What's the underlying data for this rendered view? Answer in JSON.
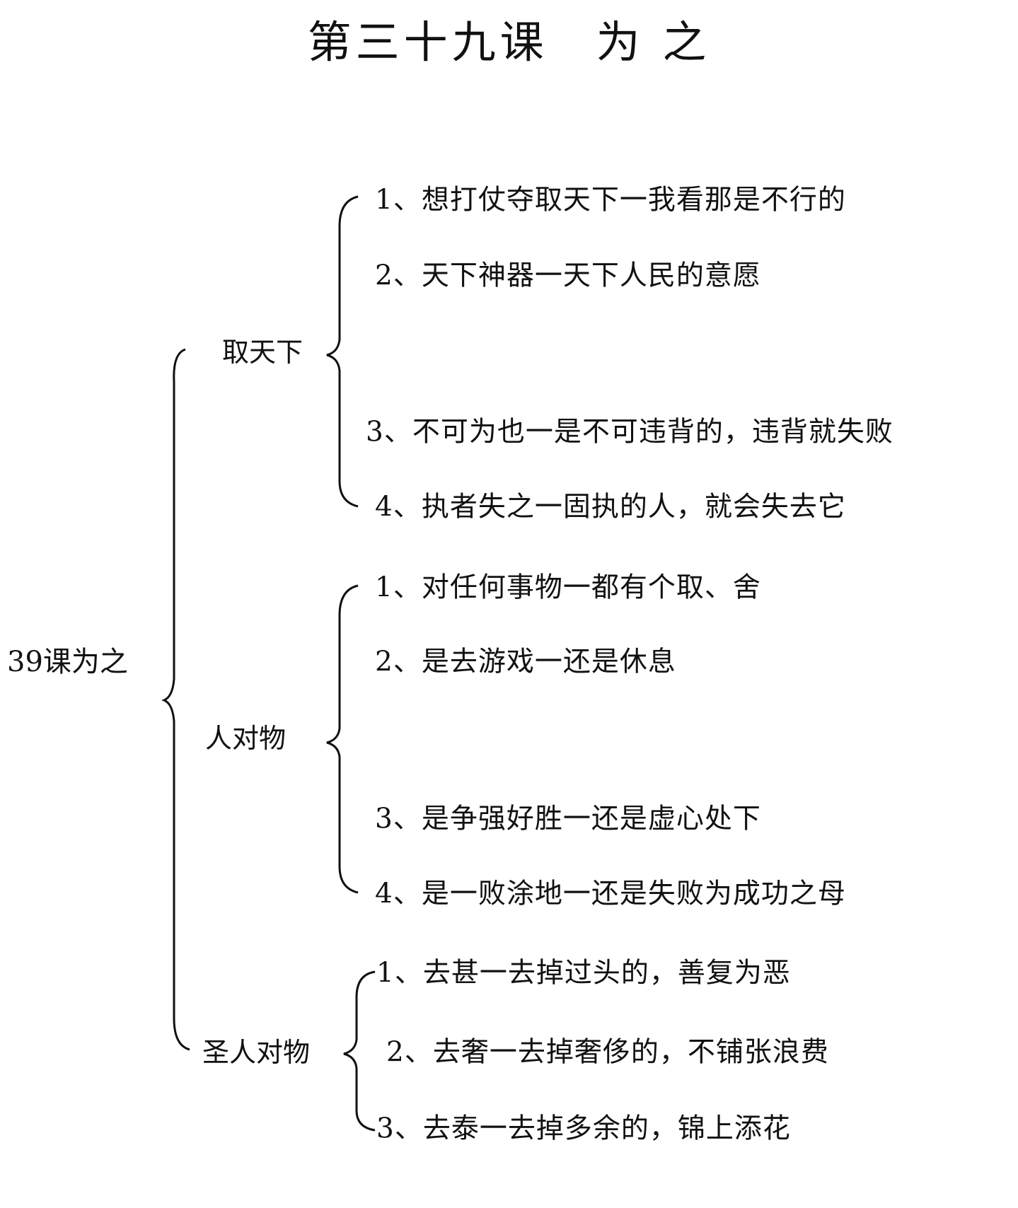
{
  "title": "第三十九课　为 之",
  "root": "39课为之",
  "branches": [
    {
      "label": "取天下",
      "items": [
        "1、想打仗夺取天下一我看那是不行的",
        "2、天下神器一天下人民的意愿",
        "3、不可为也一是不可违背的，违背就失败",
        "4、执者失之一固执的人，就会失去它"
      ]
    },
    {
      "label": "人对物",
      "items": [
        "1、对任何事物一都有个取、舍",
        "2、是去游戏一还是休息",
        "3、是争强好胜一还是虚心处下",
        "4、是一败涂地一还是失败为成功之母"
      ]
    },
    {
      "label": "圣人对物",
      "items": [
        "1、去甚一去掉过头的，善复为恶",
        "2、去奢一去掉奢侈的，不铺张浪费",
        "3、去泰一去掉多余的，锦上添花"
      ]
    }
  ]
}
